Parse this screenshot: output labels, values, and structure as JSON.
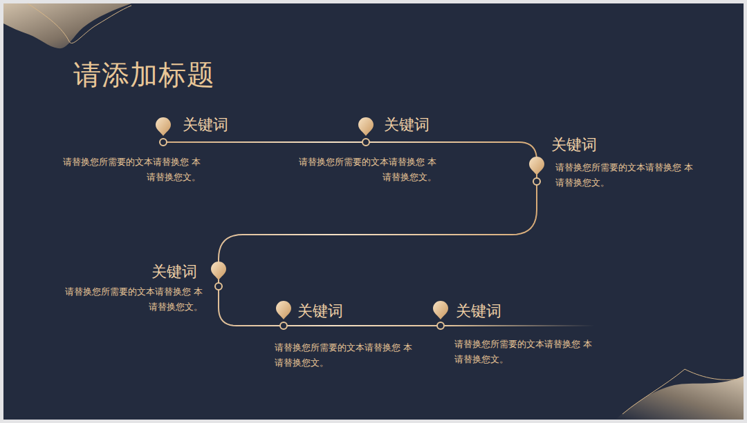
{
  "diagram": {
    "title": "请添加标题",
    "nodes": [
      {
        "text": [
          "关键词",
          "请替换您所需要的文本请替换您 本请替换您文。"
        ]
      },
      {
        "text": [
          "关键词",
          "请替换您所需要的文本请替换您 本请替换您文。"
        ]
      },
      {
        "text": [
          "关键词",
          "请替换您所需要的文本请替换您 本请替换您文。"
        ]
      },
      {
        "text": [
          "关键词",
          "请替换您所需要的文本请替换您 本请替换您文。"
        ]
      },
      {
        "text": [
          "关键词",
          "请替换您所需要的文本请替换您 本请替换您文。"
        ]
      },
      {
        "text": [
          "关键词",
          "请替换您所需要的文本请替换您 本请替换您文。"
        ]
      }
    ],
    "edges": [
      {
        "from": 0,
        "to": 1,
        "arrow": "none"
      },
      {
        "from": 1,
        "to": 2,
        "arrow": "none"
      },
      {
        "from": 2,
        "to": 3,
        "arrow": "none"
      },
      {
        "from": 3,
        "to": 4,
        "arrow": "none"
      },
      {
        "from": 4,
        "to": 5,
        "arrow": "none"
      }
    ]
  }
}
